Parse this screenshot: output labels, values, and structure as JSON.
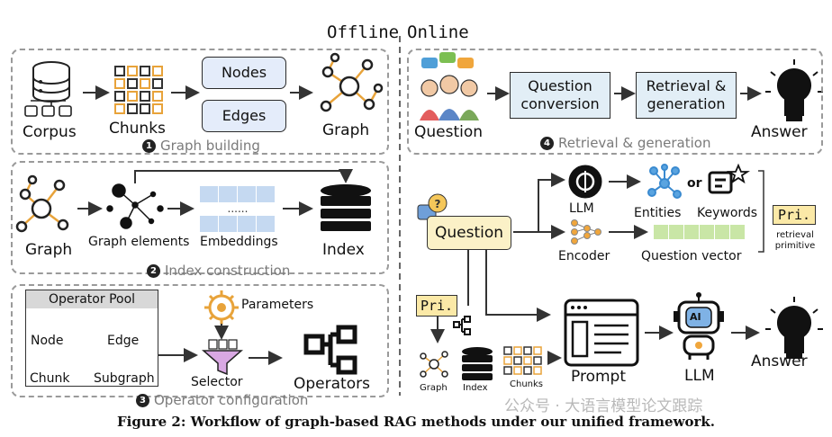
{
  "headers": {
    "offline": "Offline",
    "online": "Online"
  },
  "graph_building": {
    "corpus": "Corpus",
    "chunks": "Chunks",
    "nodes": "Nodes",
    "edges": "Edges",
    "graph": "Graph",
    "step_num": "1",
    "step": "Graph building"
  },
  "index_construction": {
    "graph": "Graph",
    "graph_elements": "Graph elements",
    "embeddings": "Embeddings",
    "index": "Index",
    "step_num": "2",
    "step": "Index construction"
  },
  "operator_configuration": {
    "pool_title": "Operator Pool",
    "node": "Node",
    "edge": "Edge",
    "chunk": "Chunk",
    "subgraph": "Subgraph",
    "parameters": "Parameters",
    "selector": "Selector",
    "operators": "Operators",
    "step_num": "3",
    "step": "Operator configuration"
  },
  "retrieval_generation": {
    "question": "Question",
    "question_conversion": "Question conversion",
    "retrieval_generation": "Retrieval & generation",
    "answer": "Answer",
    "step_num": "4",
    "step": "Retrieval & generation"
  },
  "question_conversion_panel": {
    "question": "Question",
    "llm": "LLM",
    "entities": "Entities",
    "or": "or",
    "keywords": "Keywords",
    "encoder": "Encoder",
    "question_vector": "Question vector",
    "pri": "Pri.",
    "retrieval_primitive": "retrieval primitive"
  },
  "generation_panel": {
    "pri": "Pri.",
    "graph": "Graph",
    "index": "Index",
    "chunks": "Chunks",
    "prompt": "Prompt",
    "llm": "LLM",
    "ai": "AI",
    "answer": "Answer"
  },
  "caption": "Figure 2: Workflow of graph-based RAG methods under our unified framework.",
  "watermark": "公众号 · 大语言模型论文跟踪",
  "colors": {
    "orange": "#e8a33a",
    "blue_light": "#c5d9f1",
    "green_light": "#c9e6a6",
    "panel_blue": "#e9eef6",
    "panel_green": "#eef3e6",
    "pri_yellow": "#fbe9a7"
  }
}
